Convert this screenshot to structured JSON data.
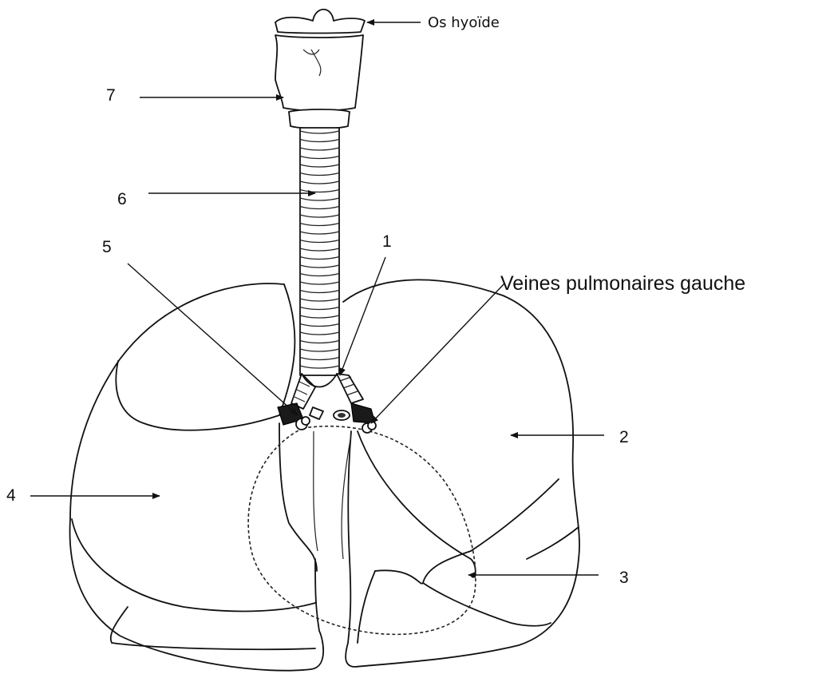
{
  "labels": {
    "hyoid": "Os hyoïde",
    "n1": "1",
    "n2": "2",
    "n3": "3",
    "n4": "4",
    "n5": "5",
    "n6": "6",
    "n7": "7",
    "veins": "Veines pulmonaires gauche"
  }
}
